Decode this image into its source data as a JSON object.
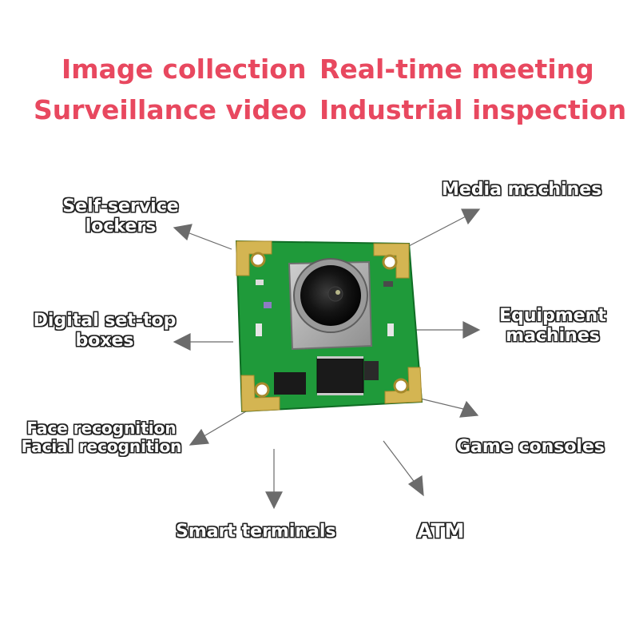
{
  "headlines": {
    "line1_left": "Image collection",
    "line1_right": "Real-time meeting",
    "line2_left": "Surveillance video",
    "line2_right": "Industrial inspection",
    "color": "#e8485f"
  },
  "applications": {
    "self_service_lockers": [
      "Self-service",
      "lockers"
    ],
    "digital_set_top_boxes": [
      "Digital set-top",
      "boxes"
    ],
    "face_recognition": [
      "Face recognition",
      "Facial recognition"
    ],
    "smart_terminals": "Smart terminals",
    "atm": "ATM",
    "game_consoles": "Game consoles",
    "equipment_machines": [
      "Equipment",
      "machines"
    ],
    "media_machines": "Media machines"
  },
  "colors": {
    "pcb_green": "#1f9a3a",
    "pad_gold": "#d4b552",
    "arrow_gray": "#6b6b6b",
    "label_outline": "#222222"
  },
  "icons": {
    "product": "camera-module-board-illustration",
    "arrows": "arrow-icon"
  }
}
